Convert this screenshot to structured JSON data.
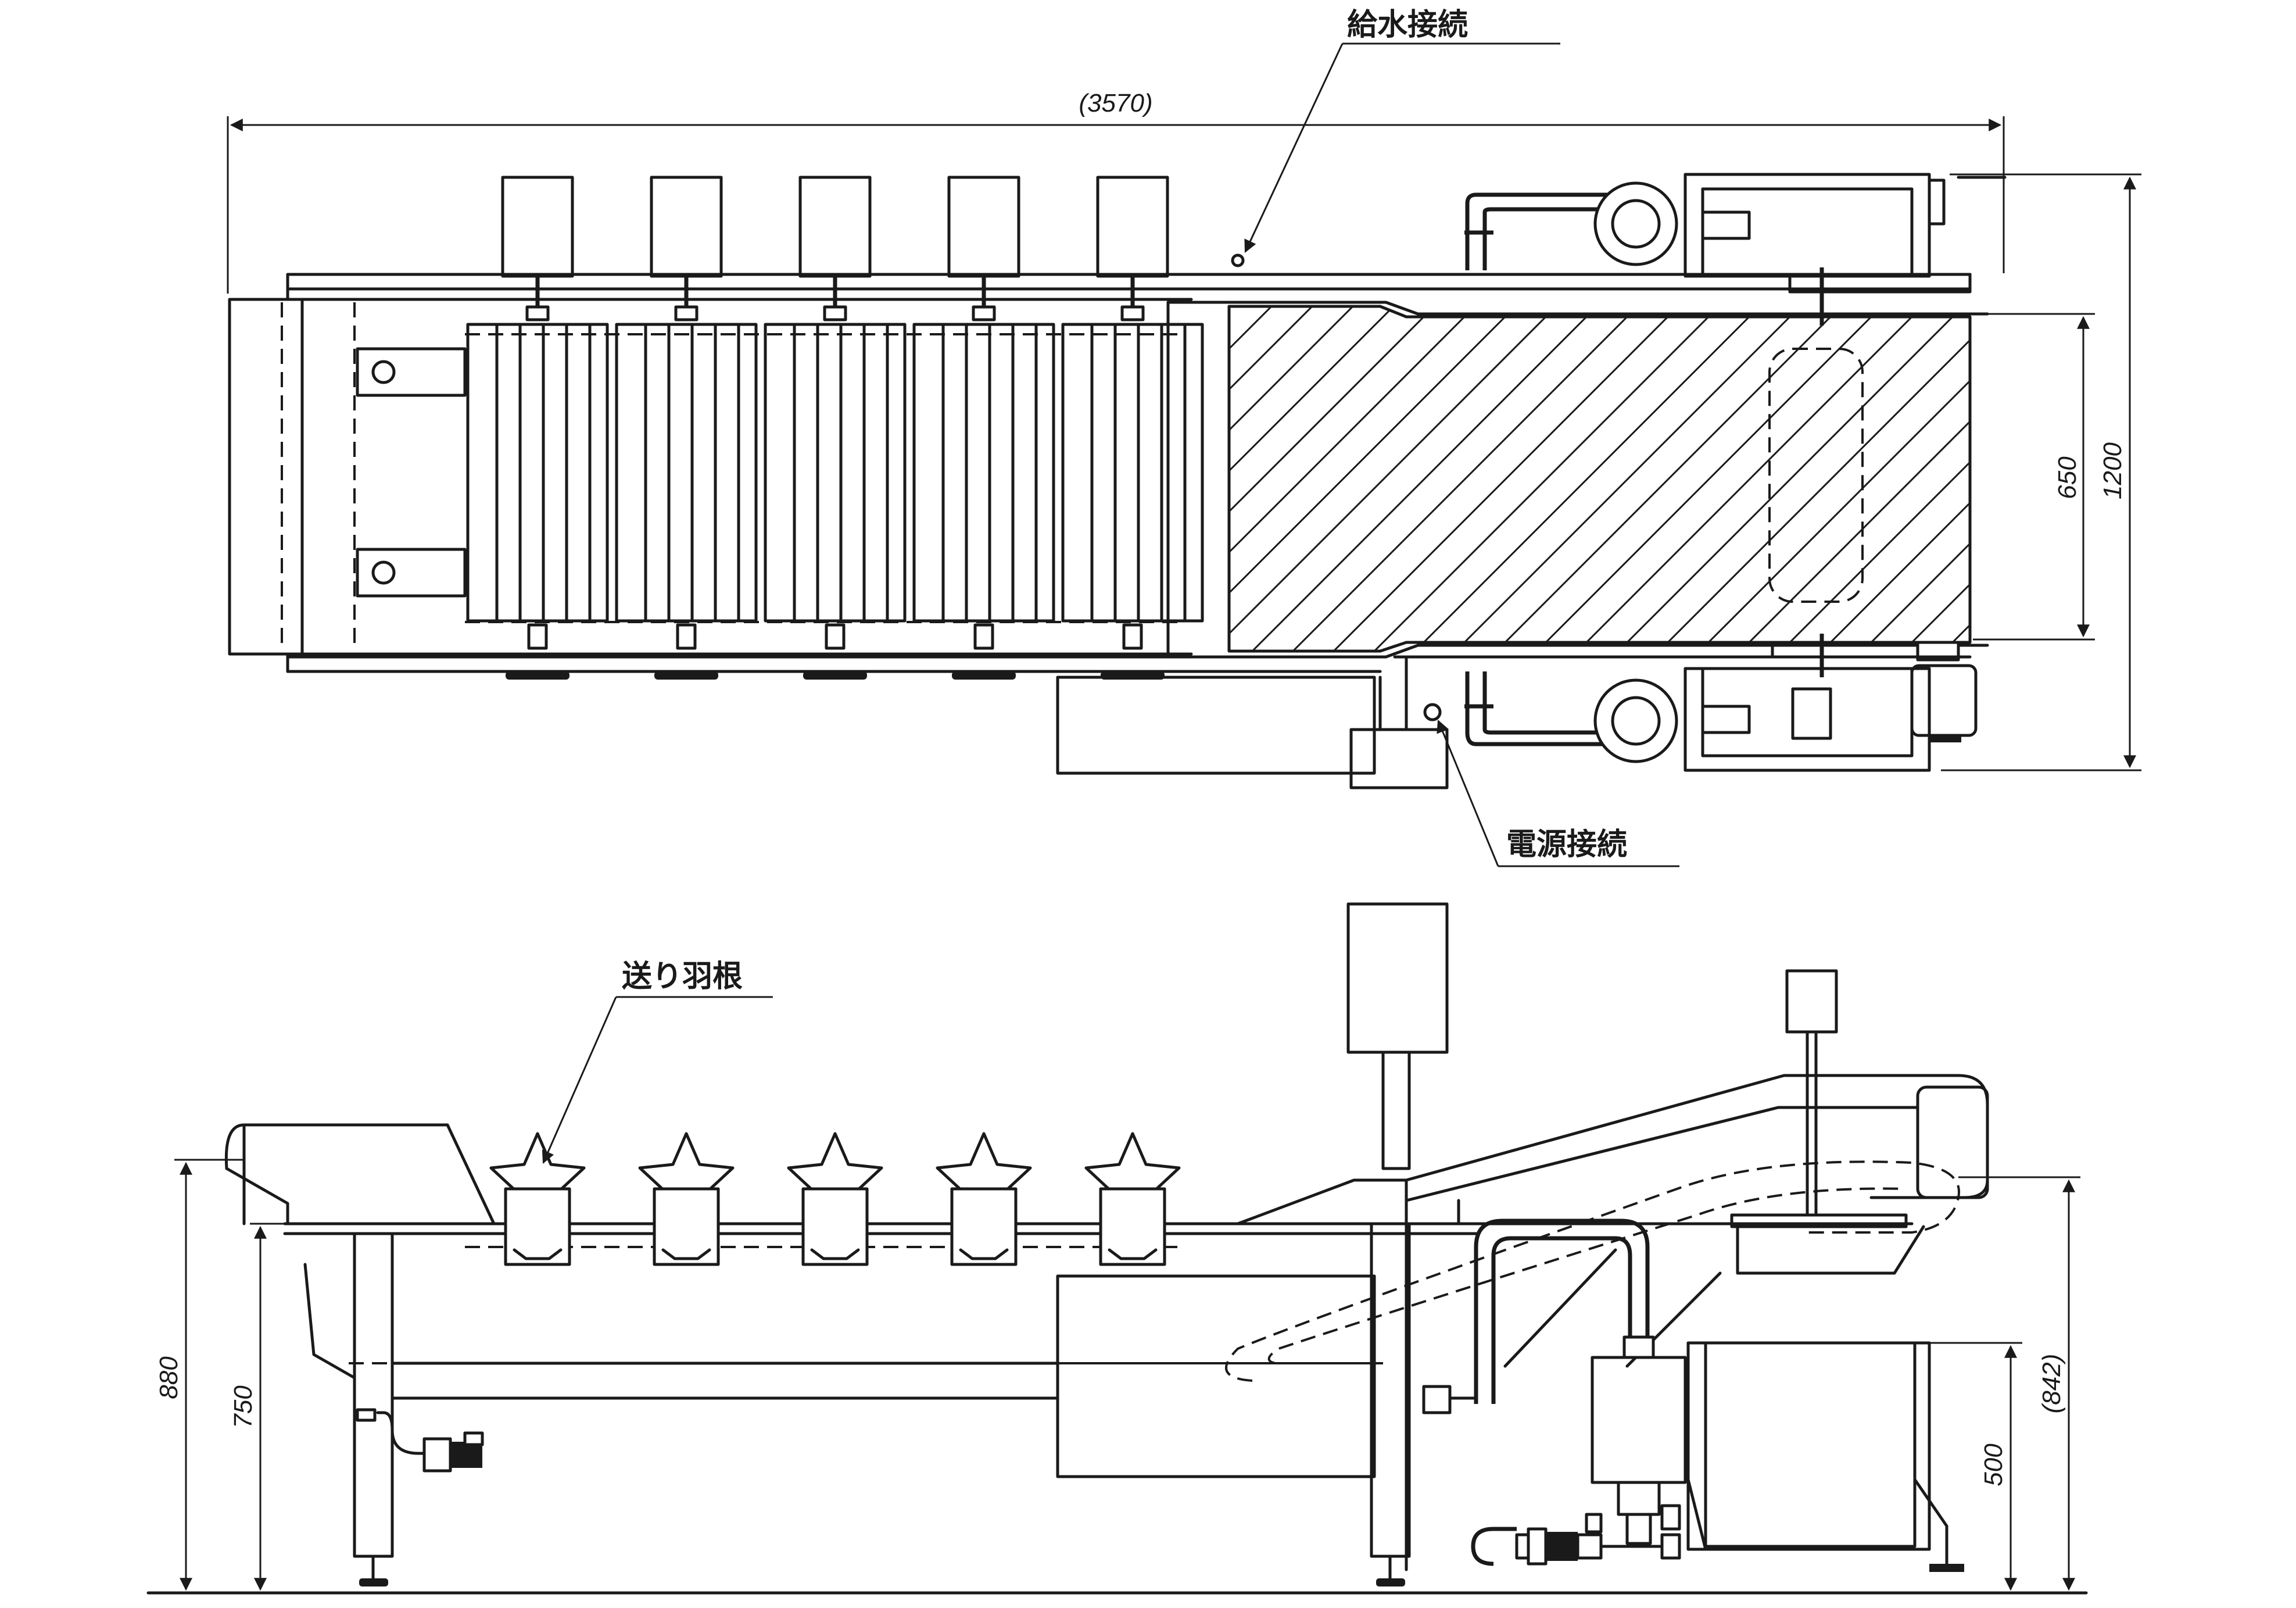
{
  "labels": {
    "water_connection": "給水接続",
    "power_connection": "電源接続",
    "feed_paddle": "送り羽根"
  },
  "dimensions": {
    "overall_length": "(3570)",
    "overall_width": "1200",
    "belt_width": "650",
    "height_880": "880",
    "height_750": "750",
    "height_500": "500",
    "height_842": "(842)"
  },
  "colors": {
    "line": "#1a1a1a",
    "background": "#ffffff"
  }
}
